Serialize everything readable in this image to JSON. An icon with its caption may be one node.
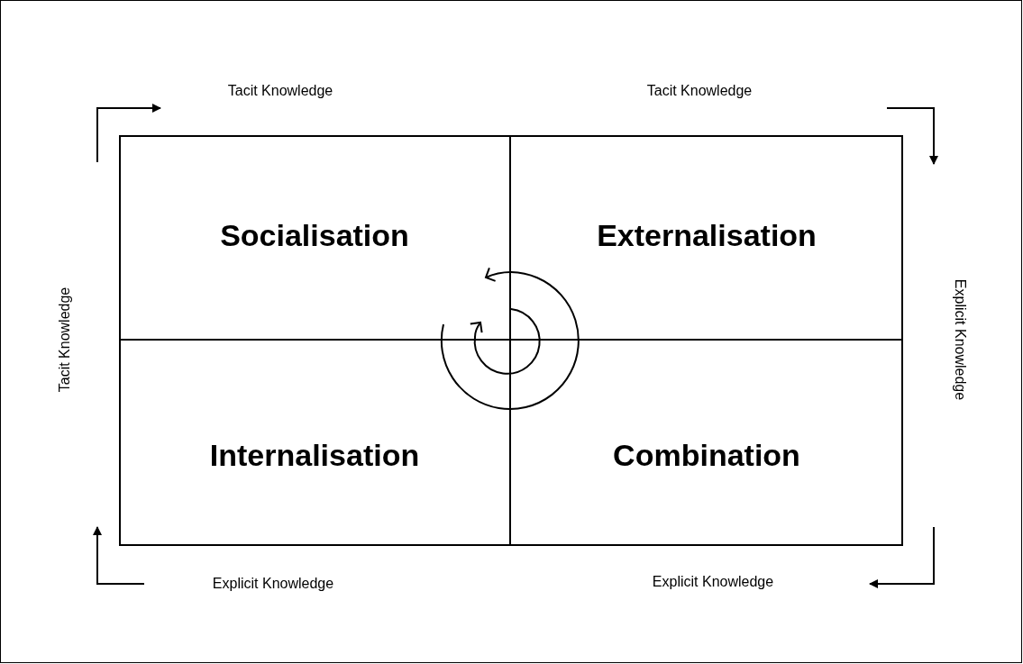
{
  "diagram": {
    "nodes": [
      {
        "text": [
          "Socialisation"
        ]
      },
      {
        "text": [
          "Externalisation"
        ]
      },
      {
        "text": [
          "Internalisation"
        ]
      },
      {
        "text": [
          "Combination"
        ]
      }
    ],
    "labels": [
      "Tacit Knowledge",
      "Tacit Knowledge",
      "Tacit Knowledge",
      "Explicit Knowledge",
      "Explicit Knowledge",
      "Explicit Knowledge"
    ]
  }
}
